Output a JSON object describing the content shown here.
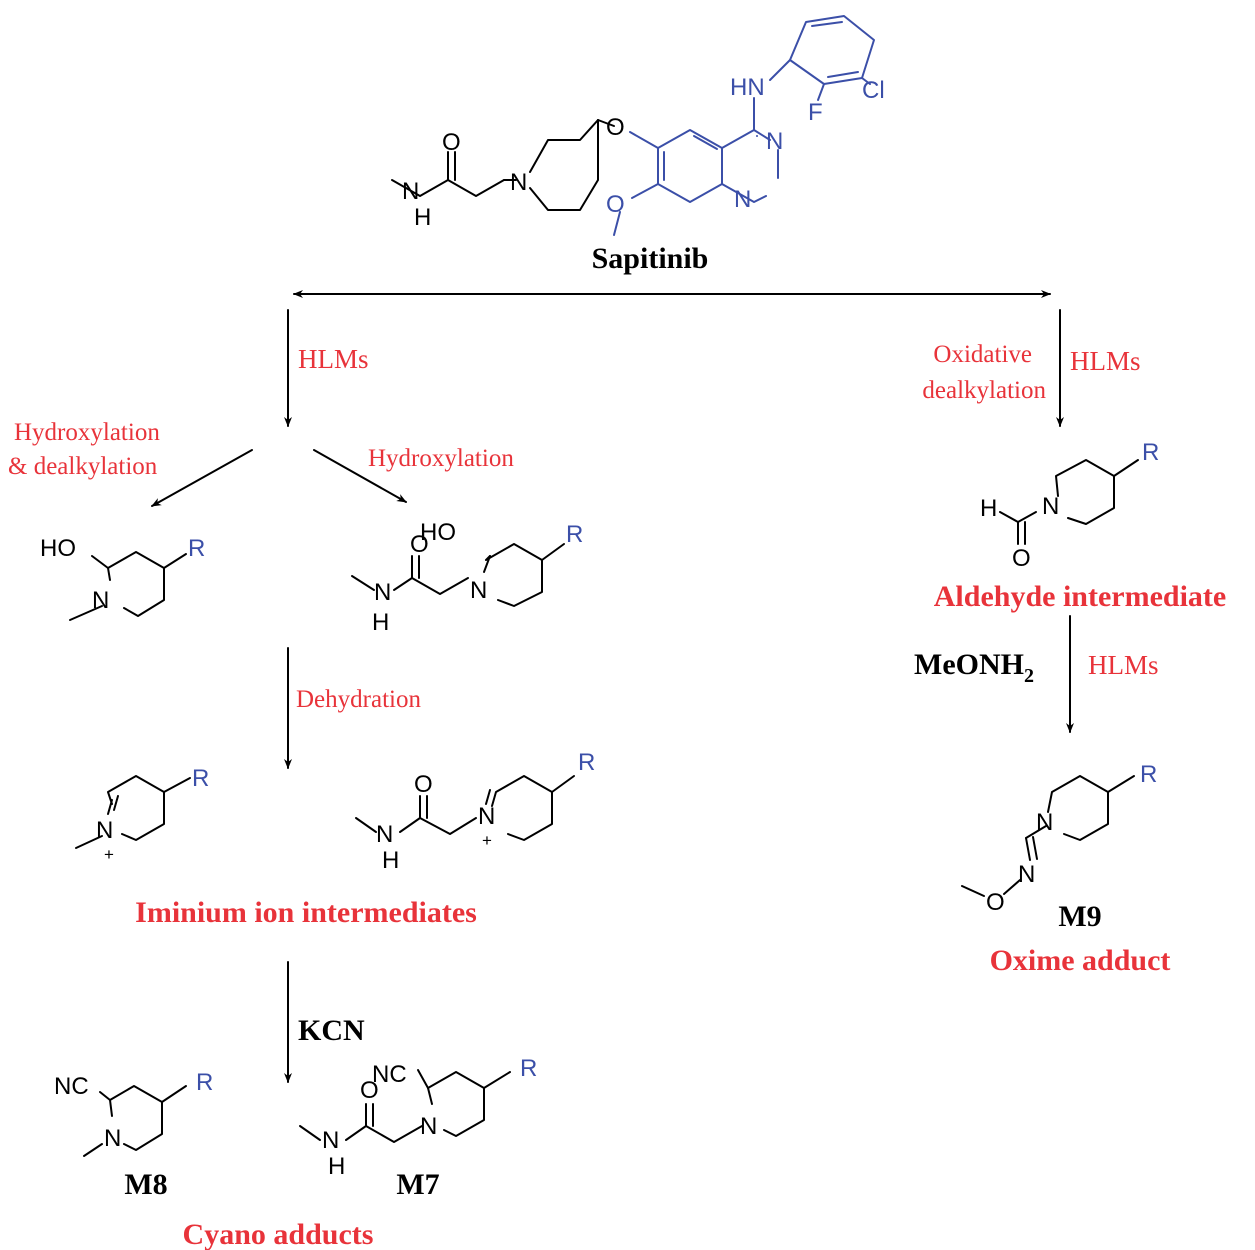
{
  "parent": {
    "name": "Sapitinib",
    "atoms": {
      "hn": "HN",
      "cl": "Cl",
      "f": "F",
      "o1": "O",
      "o2": "O",
      "o3": "O",
      "n1": "N",
      "n2": "N",
      "n3": "N",
      "n4": "N",
      "h": "H"
    }
  },
  "colors": {
    "condition": "#e8333a",
    "r_group": "#3b4fa8",
    "bond": "#000000"
  },
  "left_branch": {
    "hlms": "HLMs",
    "hydroxylation_dealkylation_line1": "Hydroxylation",
    "hydroxylation_dealkylation_line2": "& dealkylation",
    "hydroxylation": "Hydroxylation",
    "dehydration": "Dehydration",
    "iminium_label": "Iminium ion intermediates",
    "reagent_kcn": "KCN",
    "m8": "M8",
    "m7": "M7",
    "cyano_label": "Cyano adducts"
  },
  "right_branch": {
    "oxidative_line1": "Oxidative",
    "oxidative_line2": "dealkylation",
    "hlms": "HLMs",
    "aldehyde_label": "Aldehyde intermediate",
    "reagent_meonh2": "MeONH",
    "reagent_sub": "2",
    "hlms2": "HLMs",
    "m9": "M9",
    "oxime_label": "Oxime adduct"
  },
  "atom_labels": {
    "r": "R",
    "ho": "HO",
    "n": "N",
    "o": "O",
    "h": "H",
    "plus": "+",
    "nc": "NC"
  }
}
